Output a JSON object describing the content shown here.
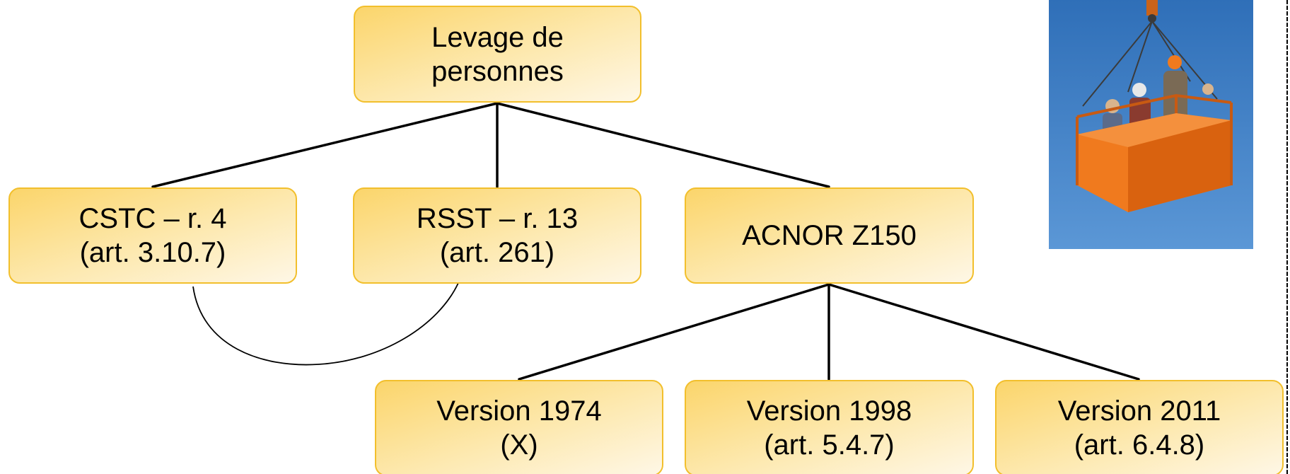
{
  "diagram": {
    "root": {
      "line1": "Levage de",
      "line2": "personnes"
    },
    "cstc": {
      "line1": "CSTC – r. 4",
      "line2": "(art. 3.10.7)"
    },
    "rsst": {
      "line1": "RSST – r. 13",
      "line2": "(art. 261)"
    },
    "acnor": {
      "line1": "ACNOR Z150"
    },
    "v1974": {
      "line1": "Version 1974",
      "line2": "(X)"
    },
    "v1998": {
      "line1": "Version 1998",
      "line2": "(art. 5.4.7)"
    },
    "v2011": {
      "line1": "Version 2011",
      "line2": "(art. 6.4.8)"
    },
    "links": [
      [
        "root",
        "cstc"
      ],
      [
        "root",
        "rsst"
      ],
      [
        "root",
        "acnor"
      ],
      [
        "acnor",
        "v1974"
      ],
      [
        "acnor",
        "v1998"
      ],
      [
        "acnor",
        "v2011"
      ],
      [
        "cstc",
        "rsst"
      ]
    ]
  },
  "colors": {
    "node_border": "#f2bf2c",
    "node_fill_start": "#fbd56b",
    "node_fill_end": "#fef7e6",
    "connector": "#000000",
    "photo_sky": "#4a86c8",
    "photo_basket": "#f07a1e"
  },
  "photo": {
    "subject": "workers-in-suspended-basket-photo"
  }
}
